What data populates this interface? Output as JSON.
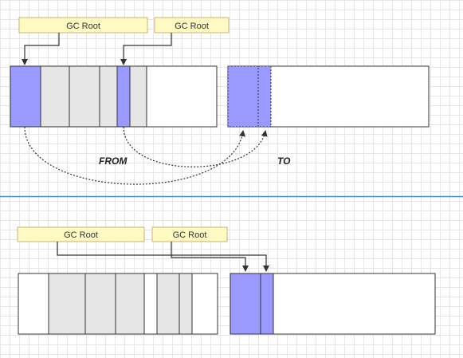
{
  "top": {
    "gc_roots": [
      "GC Root",
      "GC Root"
    ],
    "from_label": "FROM",
    "to_label": "TO"
  },
  "bottom": {
    "gc_roots": [
      "GC Root",
      "GC Root"
    ]
  },
  "colors": {
    "live_object": "#9999ff",
    "garbage_object": "#e6e6e6",
    "empty_space": "#ffffff",
    "root_box_fill": "#fff9c4",
    "root_box_stroke": "#c8b46e",
    "divider": "#4f8fd6"
  }
}
